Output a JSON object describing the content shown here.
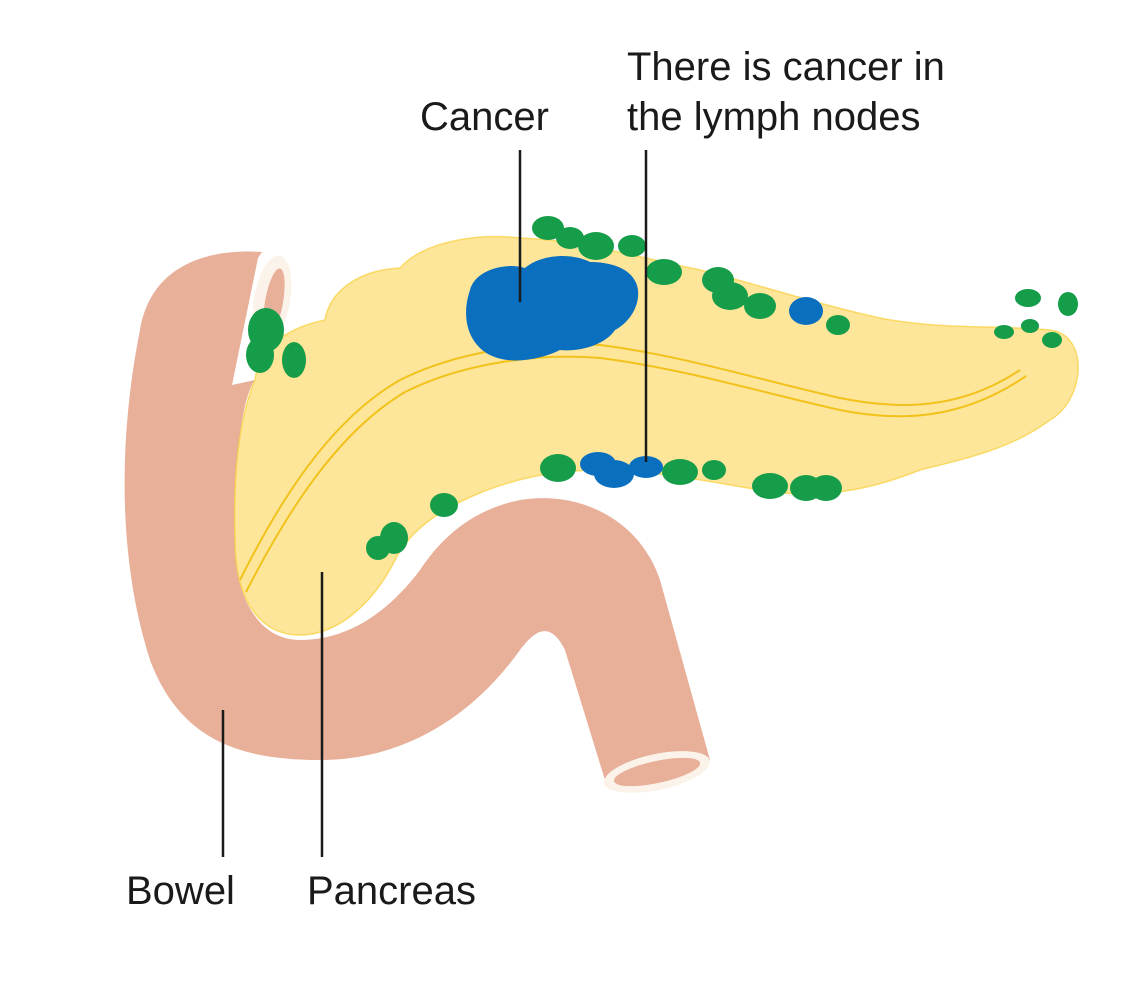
{
  "labels": {
    "cancer": "Cancer",
    "lymph_nodes_line1": "There is cancer in",
    "lymph_nodes_line2": "the lymph nodes",
    "bowel": "Bowel",
    "pancreas": "Pancreas"
  },
  "colors": {
    "background": "#ffffff",
    "bowel": "#e8af99",
    "bowel_lumen": "#fbf3ea",
    "pancreas": "#fde69a",
    "pancreas_outline": "#f8cf3c",
    "pancreatic_duct": "#f2c21c",
    "tumour": "#0a6fbf",
    "lymph_node_healthy": "#169d4a",
    "lymph_node_cancer": "#0a6fbf",
    "leader_line": "#1a1a1a",
    "text": "#1a1a1a"
  }
}
